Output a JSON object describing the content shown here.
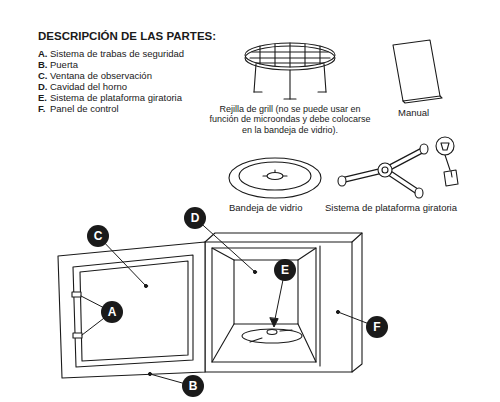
{
  "diagram": {
    "title": "DESCRIPCIÓN DE LAS PARTES:",
    "nodes": [
      {
        "text": [
          "D"
        ]
      },
      {
        "text": [
          "C"
        ]
      },
      {
        "text": [
          "E"
        ]
      },
      {
        "text": [
          "A"
        ]
      },
      {
        "text": [
          "F"
        ]
      },
      {
        "text": [
          "B"
        ]
      }
    ],
    "labels": [
      "A.",
      "Sistema de trabas de seguridad",
      "B.",
      "Puerta",
      "C.",
      "Ventana de observación",
      "D.",
      "Cavidad del horno",
      "E.",
      "Sistema de plataforma giratoria",
      "F.",
      "Panel de control",
      "Rejilla de grill (no se puede usar en función de microondas y debe colocarse en la bandeja de vidrio).",
      "Manual",
      "Bandeja de vidrio",
      "Sistema de plataforma giratoria"
    ]
  }
}
